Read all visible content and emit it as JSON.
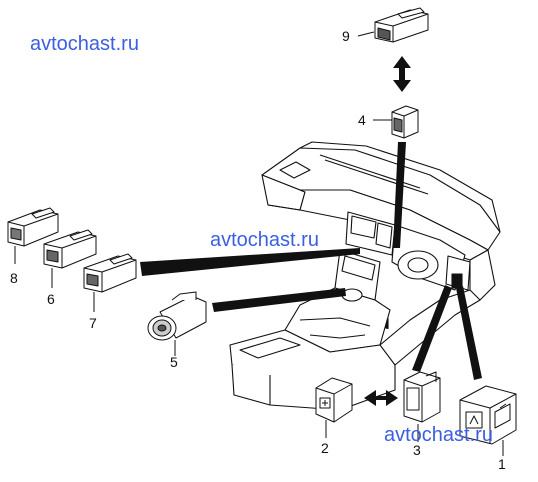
{
  "watermark": {
    "text": "avtochast.ru",
    "color": "#3b5fe0"
  },
  "callouts": {
    "c1": "1",
    "c2": "2",
    "c3": "3",
    "c4": "4",
    "c5": "5",
    "c6": "6",
    "c7": "7",
    "c8": "8",
    "c9": "9"
  },
  "colors": {
    "line": "#111111",
    "fill": "#ffffff",
    "shade": "#d9d9d9",
    "dark": "#555555"
  },
  "icons": [
    "double-arrow-vertical-icon",
    "double-arrow-horizontal-icon"
  ]
}
